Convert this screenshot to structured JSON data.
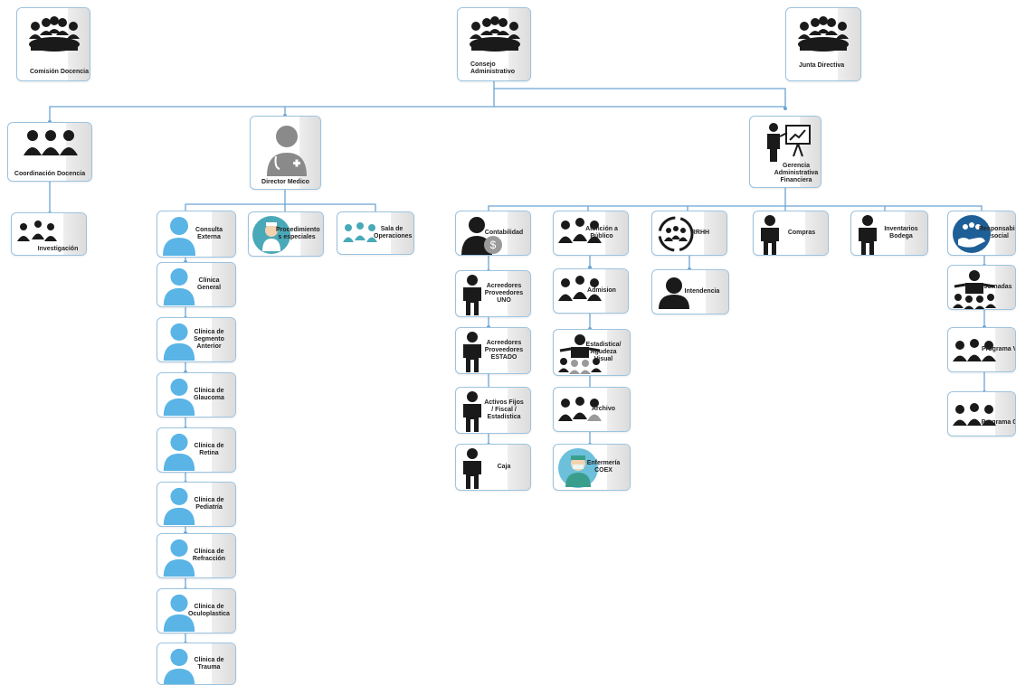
{
  "nodes": {
    "comision": "Comisión Docencia",
    "consejo": "Consejo Administrativo",
    "junta": "Junta Directiva",
    "coordinacion": "Coordinación Docencia",
    "director": "Director Medico",
    "gerencia": "Gerencia Administrativa Financiera",
    "investigacion": "Investigación",
    "consulta": "Consulta Externa",
    "clinica_general": "Clínica General",
    "clinica_segmento": "Clínica de Segmento Anterior",
    "clinica_glaucoma": "Clínica de Glaucoma",
    "clinica_retina": "Clínica de Retina",
    "clinica_pediatria": "Clínica de Pediatría",
    "clinica_refraccion": "Clínica de Refracción",
    "clinica_oculoplastica": "Clínica de Oculoplastica",
    "clinica_trauma": "Clínica de Trauma",
    "procedimientos": "Procedimiento s especiales",
    "sala": "Sala de Operaciones",
    "contabilidad": "Contabilidad",
    "acreedores_uno": "Acreedores Proveedores UNO",
    "acreedores_estado": "Acreedores Proveedores ESTADO",
    "activos": "Activos Fijos / Fiscal / Estadística",
    "caja": "Caja",
    "atencion": "Atención a Público",
    "admision": "Admision",
    "estadistica": "Estadistica/ Agudeza Visual",
    "archivo": "Archivo",
    "enfermeria": "Enfermería COEX",
    "rrhh": "RRHH",
    "intendencia": "Intendencia",
    "compras": "Compras",
    "inventarios": "Inventarios Bodega",
    "responsabilidad": "Responsabilidad social",
    "jornadas": "Jornadas",
    "programa_ve": "Programa VE",
    "programa_cb": "Programa CB"
  },
  "colors": {
    "line": "#4a90c8",
    "border": "#9cc3e0",
    "icon_dark": "#1a1a1a",
    "icon_gray": "#9a9a9a",
    "icon_blue": "#5ab4e6",
    "icon_teal": "#4aa9b8"
  },
  "icons": {
    "board": "meeting-table-icon",
    "team": "team-icon",
    "doctor": "doctor-icon",
    "presenter": "presenter-chart-icon",
    "businessman": "businessman-icon",
    "finance": "money-person-icon",
    "cycle": "people-cycle-icon",
    "person": "person-icon",
    "nurse": "nurse-icon",
    "surgeons": "surgeons-icon",
    "social": "hand-people-icon"
  }
}
